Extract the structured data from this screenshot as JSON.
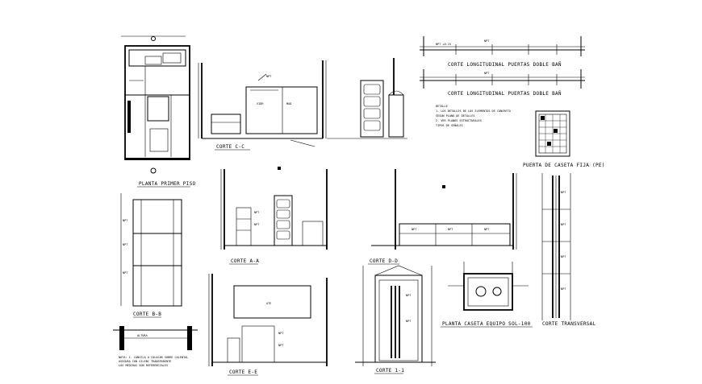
{
  "drawing": {
    "sheet_background": "#ffffff",
    "line_color": "#000000",
    "labels": {
      "planta_primer_piso": "PLANTA PRIMER PISO",
      "corte_c_c": "CORTE C-C",
      "corte_longitudinal_1": "CORTE LONGITUDINAL PUERTAS DOBLE BAÑ",
      "corte_longitudinal_2": "CORTE LONGITUDINAL PUERTAS DOBLE BAÑ",
      "puerta_caseta_fija": "PUERTA DE CASETA FIJA (PE)",
      "corte_b_b": "CORTE B-B",
      "corte_a_a": "CORTE A-A",
      "corte_d_d": "CORTE D-D",
      "corte_e_e": "CORTE E-E",
      "corte_1_1": "CORTE 1-1",
      "planta_caseta": "PLANTA CASETA EQUIPO SOL-100",
      "corte_transversal": "CORTE TRANSVERSAL"
    },
    "notes": {
      "nota_1": "NOTA: 1. CANCELA A COLOCAR SOBRE CALENTAL",
      "nota_2": "ASEGURA CON SILENC TRANSPARENTE",
      "nota_3": "LAS MEDIDAS SON REFERENCIALES"
    },
    "icons": [
      "north-arrow-icon",
      "section-marker-icon"
    ]
  }
}
